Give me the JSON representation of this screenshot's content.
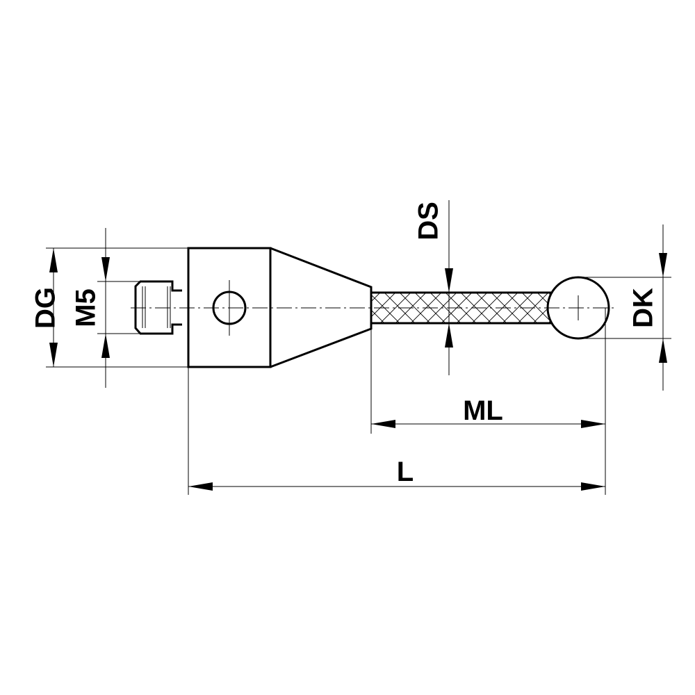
{
  "labels": {
    "dg": "DG",
    "m5": "M5",
    "ds": "DS",
    "dk": "DK",
    "ml": "ML",
    "l": "L"
  }
}
